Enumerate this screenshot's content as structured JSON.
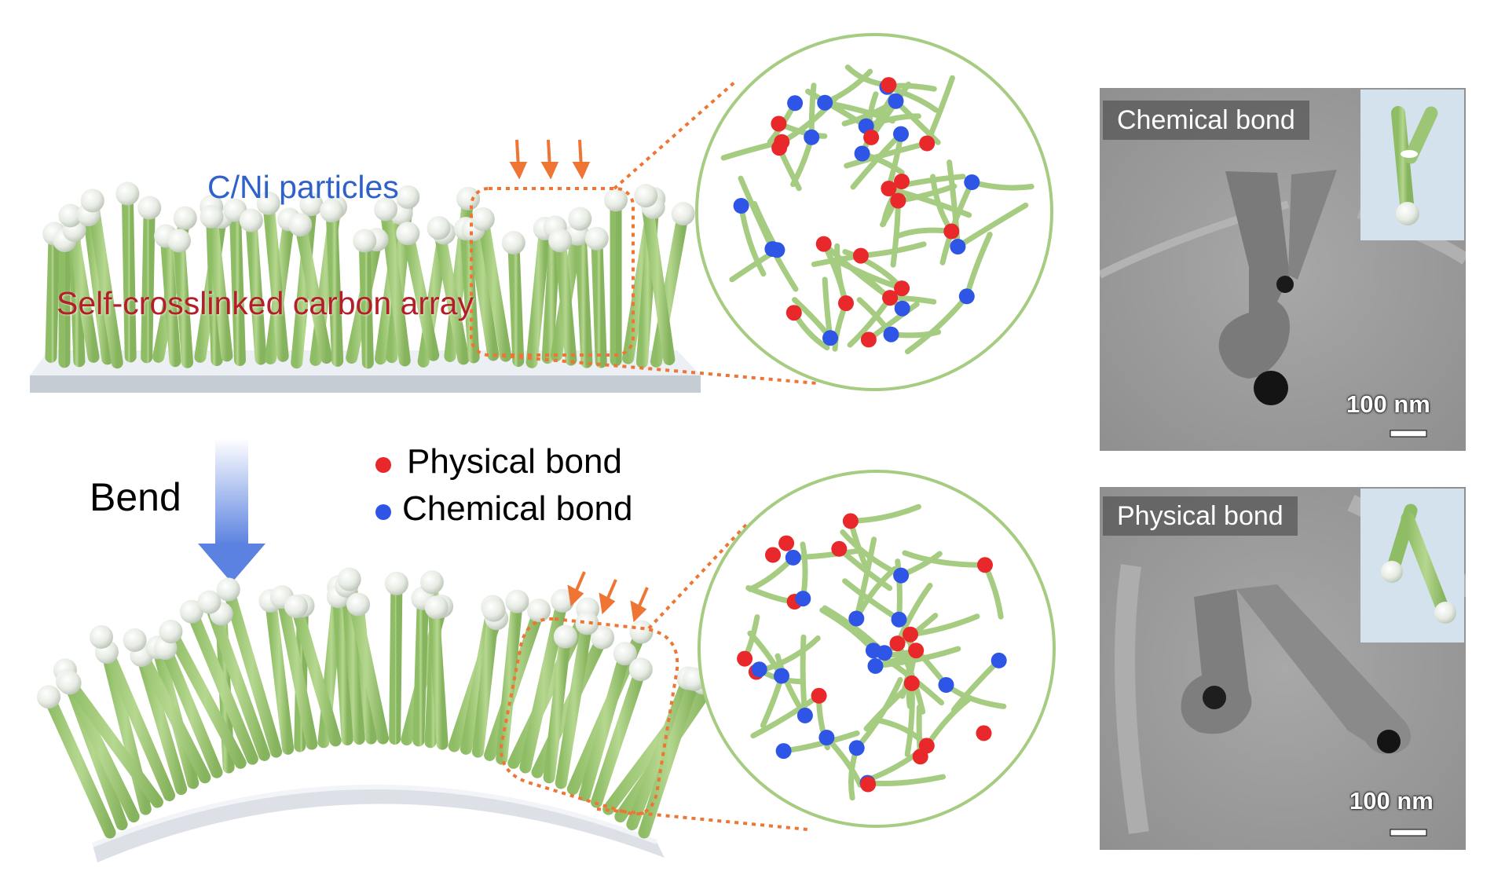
{
  "labels": {
    "particles": "C/Ni particles",
    "array": "Self-crosslinked carbon array",
    "bend": "Bend"
  },
  "legend": {
    "physical": "Physical bond",
    "chemical": "Chemical bond"
  },
  "tem_top": {
    "title": "Chemical bond",
    "scale": "100 nm"
  },
  "tem_bottom": {
    "title": "Physical bond",
    "scale": "100 nm"
  },
  "colors": {
    "physical_bond": "#e8282a",
    "chemical_bond": "#2f55e6",
    "fiber": "#a6cc82",
    "particle": "#eef1ec",
    "callout": "#ee7534",
    "substrate": "#d7dce3",
    "particles_label": "#2f61c8",
    "array_label": "#b41e28",
    "bend_arrow": "#5b82e0",
    "tem_background": "#9a9a9a",
    "inset_background": "#d4e2ee"
  }
}
